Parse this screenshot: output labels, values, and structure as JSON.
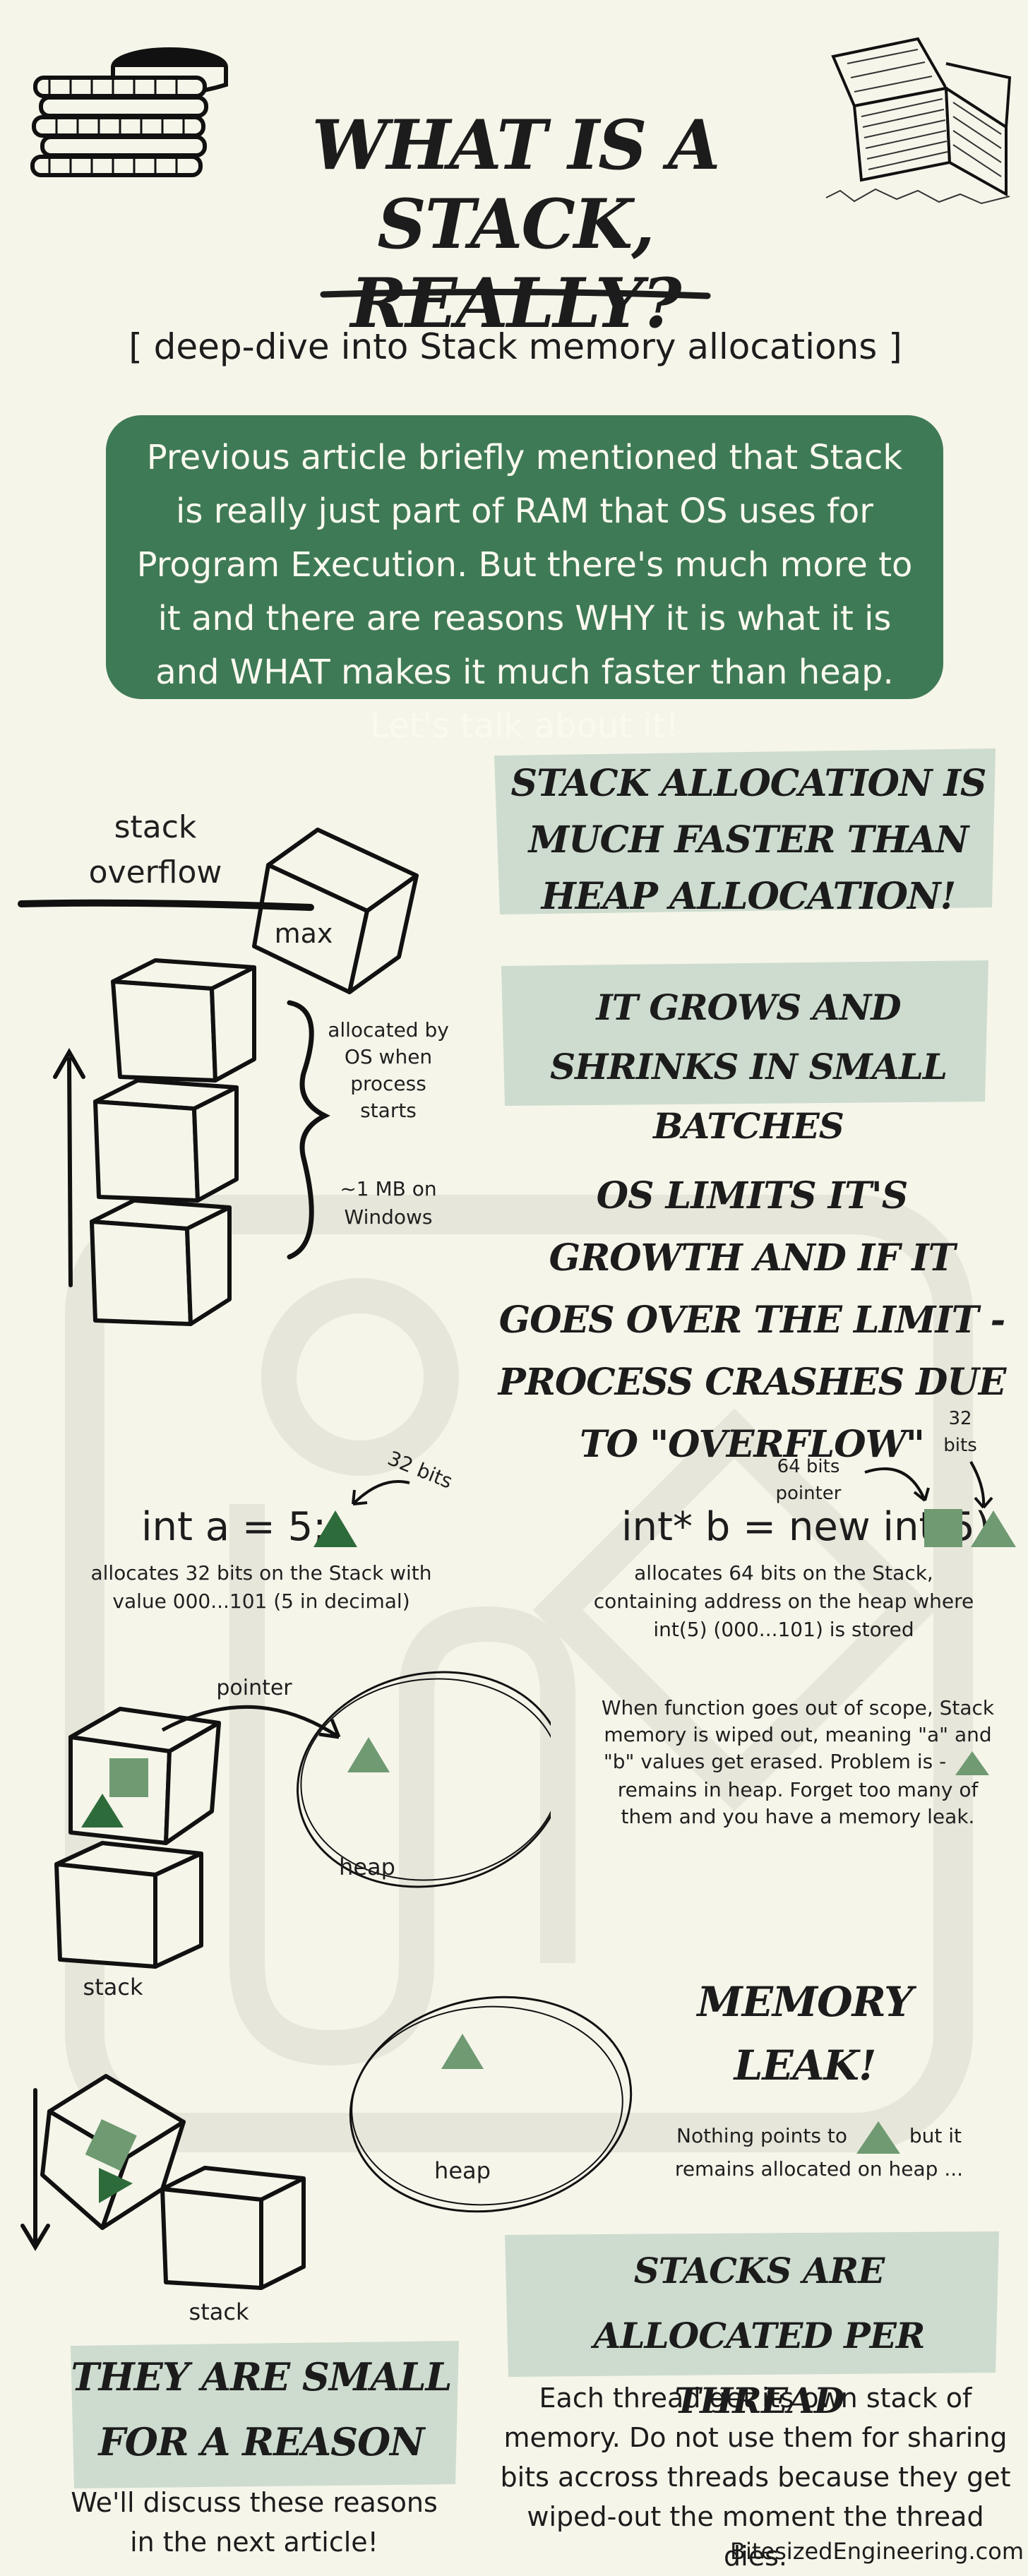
{
  "title": "What is a Stack, really?",
  "subtitle": "[ deep-dive into Stack memory allocations ]",
  "intro": "Previous article briefly mentioned that Stack is really just part of RAM that OS uses for Program Execution. But there's much more to it and there are reasons WHY it is what it is and WHAT makes it much faster than heap. Let's talk about it!",
  "diagram1": {
    "overflow_label": "stack overflow",
    "max_label": "max",
    "allocated_label": "allocated by OS when process starts",
    "size_label": "~1 MB on Windows"
  },
  "facts": [
    "Stack allocation is MUCH faster than heap allocation!",
    "It grows and shrinks in small batches",
    "OS limits it's growth and if it goes over the limit - process crashes due to \"overflow\""
  ],
  "example_a": {
    "code": "int a = 5;",
    "bits": "32 bits",
    "desc": "allocates 32 bits on the Stack with value 000...101 (5 in decimal)"
  },
  "example_b": {
    "code": "int* b = new int(5);",
    "pointer_bits": "64 bits pointer",
    "bits": "32 bits",
    "desc": "allocates 64 bits on the Stack, containing address on the heap where int(5) (000...101) is stored"
  },
  "diagram2": {
    "pointer_label": "pointer",
    "heap_label": "heap",
    "stack_label": "stack"
  },
  "scope_note": {
    "before": "When function goes out of scope, Stack memory is wiped out, meaning \"a\" and \"b\" values get erased. Problem is -",
    "after": "remains in heap. Forget too many of them and you have a memory leak."
  },
  "leak": {
    "title": "Memory Leak!",
    "before": "Nothing points to",
    "after": "but it remains allocated on heap ..."
  },
  "diagram3": {
    "heap_label": "heap",
    "stack_label": "stack"
  },
  "per_thread": {
    "title": "Stacks are allocated per thread",
    "body": "Each thread get its own stack of memory. Do not use them for sharing bits accross threads because they get wiped-out the moment the thread dies."
  },
  "small": {
    "title": "They are small for a reason",
    "body": "We'll discuss these reasons in the next article!"
  },
  "footer": "BitesizedEngineering.com",
  "colors": {
    "background": "#f6f5ea",
    "accent_green": "#3f7a56",
    "triangle_dark": "#2e6b3a",
    "triangle_light": "#6f9a72",
    "highlight": "#cddccf"
  }
}
